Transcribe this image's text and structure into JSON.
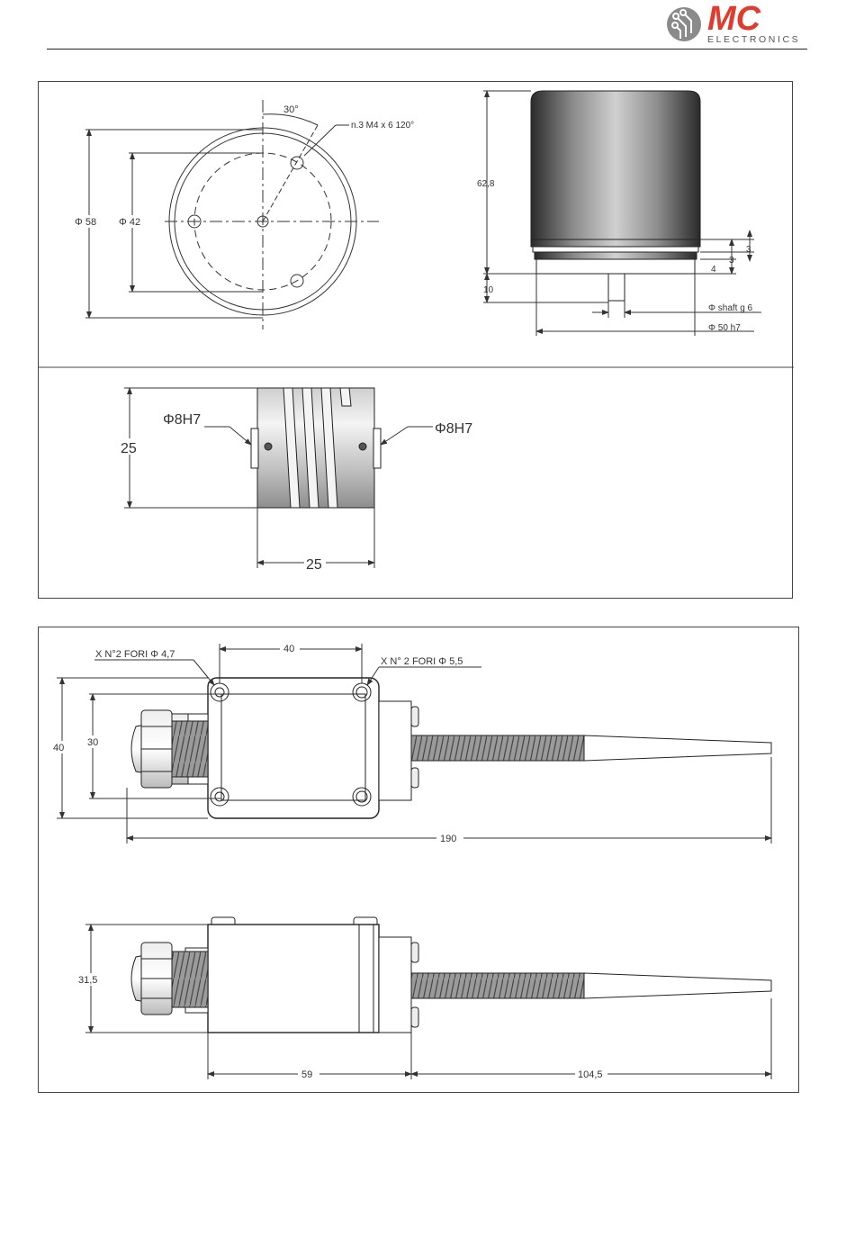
{
  "brand": {
    "logo_text": "MC",
    "logo_subtext": "ELECTRONICS",
    "accent_color": "#e03c2e",
    "logo_grey": "#8a8a8a"
  },
  "encoder": {
    "front": {
      "dia_outer": "Φ 58",
      "dia_bolt": "Φ 42",
      "angle": "30°",
      "holes_note": "n.3 M4 x 6 120°"
    },
    "side": {
      "height": "62,8",
      "step_a": "3",
      "step_b": "3",
      "step_c": "4",
      "shaft_len": "10",
      "shaft_dia": "Φ shaft g  6",
      "body_dia": "Φ  50  h7"
    }
  },
  "coupling": {
    "bore_left": "Φ8H7",
    "bore_right": "Φ8H7",
    "height": "25",
    "length": "25"
  },
  "switch": {
    "top": {
      "hole_spacing": "40",
      "holes_small_note": "X N°2 FORI  Φ 4,7",
      "holes_large_note": "X N° 2 FORI  Φ 5,5",
      "height_outer": "40",
      "height_inner": "30",
      "total_length": "190"
    },
    "side": {
      "height": "31,5",
      "body_length": "59",
      "rod_length": "104,5"
    }
  }
}
